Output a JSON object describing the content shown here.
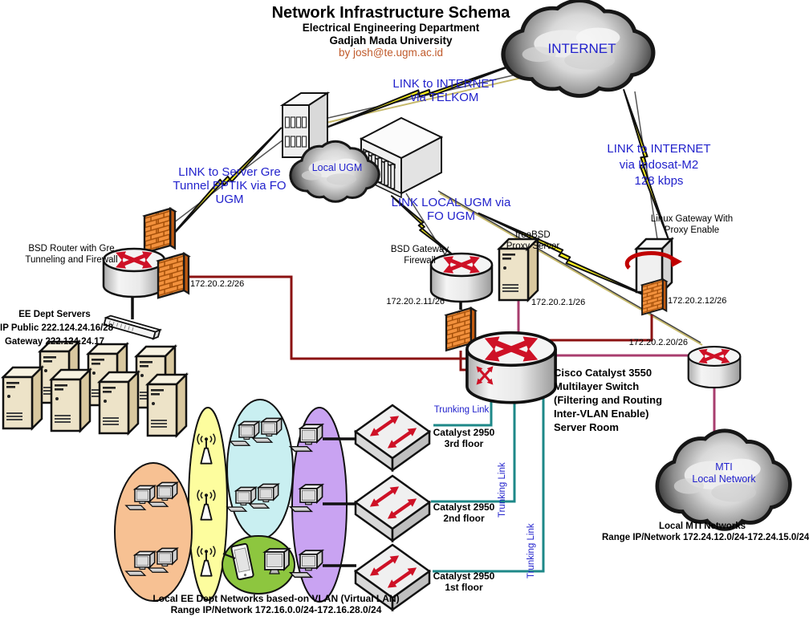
{
  "header": {
    "title": "Network Infrastructure Schema",
    "subtitle1": "Electrical Engineering Department",
    "subtitle2": "Gadjah Mada University",
    "author": "by josh@te.ugm.ac.id"
  },
  "clouds": {
    "internet": {
      "label": "INTERNET"
    },
    "local_ugm": {
      "label": "Local UGM"
    },
    "mti": {
      "line1": "MTI",
      "line2": "Local Network"
    }
  },
  "links": {
    "telkom": {
      "line1": "LINK to INTERNET",
      "line2": "via TELKOM"
    },
    "indosat": {
      "line1": "LINK to INTERNET",
      "line2": "via Indosat-M2",
      "line3": "128 kbps"
    },
    "gre": {
      "line1": "LINK to Server Gre",
      "line2": "Tunnel PPTIK via FO",
      "line3": "UGM"
    },
    "local_ugm_fo": {
      "line1": "LINK LOCAL UGM via",
      "line2": "FO UGM"
    },
    "trunking": {
      "label": "Trunking Link"
    }
  },
  "nodes": {
    "bsd_router": {
      "line1": "BSD Router with Gre",
      "line2": "Tunneling and Firewall",
      "ip": "172.20.2.2/26"
    },
    "ee_servers": {
      "line1": "EE Dept Servers",
      "line2": "IP Public 222.124.24.16/28",
      "line3": "Gateway 222.124.24.17"
    },
    "bsd_gateway": {
      "line1": "BSD Gateway",
      "line2": "Firewall",
      "ip": "172.20.2.11/26"
    },
    "freebsd_proxy": {
      "line1": "freeBSD",
      "line2": "Proxy Server",
      "ip": "172.20.2.1/26"
    },
    "linux_gateway": {
      "line1": "Linux Gateway With",
      "line2": "Proxy Enable",
      "ip": "172.20.2.12/26"
    },
    "catalyst3550": {
      "line1": "Cisco Catalyst 3550",
      "line2": "Multilayer Switch",
      "line3": "(Filtering and Routing",
      "line4": "Inter-VLAN Enable)",
      "line5": "Server Room"
    },
    "mti_router": {
      "ip": "172.20.2.20/26"
    },
    "switch_floor3": {
      "line1": "Catalyst 2950",
      "line2": "3rd floor"
    },
    "switch_floor2": {
      "line1": "Catalyst 2950",
      "line2": "2nd floor"
    },
    "switch_floor1": {
      "line1": "Catalyst 2950",
      "line2": "1st floor"
    }
  },
  "footers": {
    "mti": {
      "line1": "Local MTI Networks",
      "line2": "Range IP/Network 172.24.12.0/24-172.24.15.0/24"
    },
    "vlan": {
      "line1": "Local EE Dept Networks based-on VLAN (Virtual LAN)",
      "line2": "Range IP/Network 172.16.0.0/24-172.16.28.0/24"
    }
  },
  "palette": {
    "link_text_blue": "#2222CC",
    "author_text": "#C05A2B",
    "maroon_line": "#8B1212",
    "purple_line": "#A83D6E",
    "teal_line": "#1E8888",
    "lightning_yellow": "#FBF21C",
    "firewall_orange": "#F2913D",
    "arrow_red": "#CE1126"
  }
}
